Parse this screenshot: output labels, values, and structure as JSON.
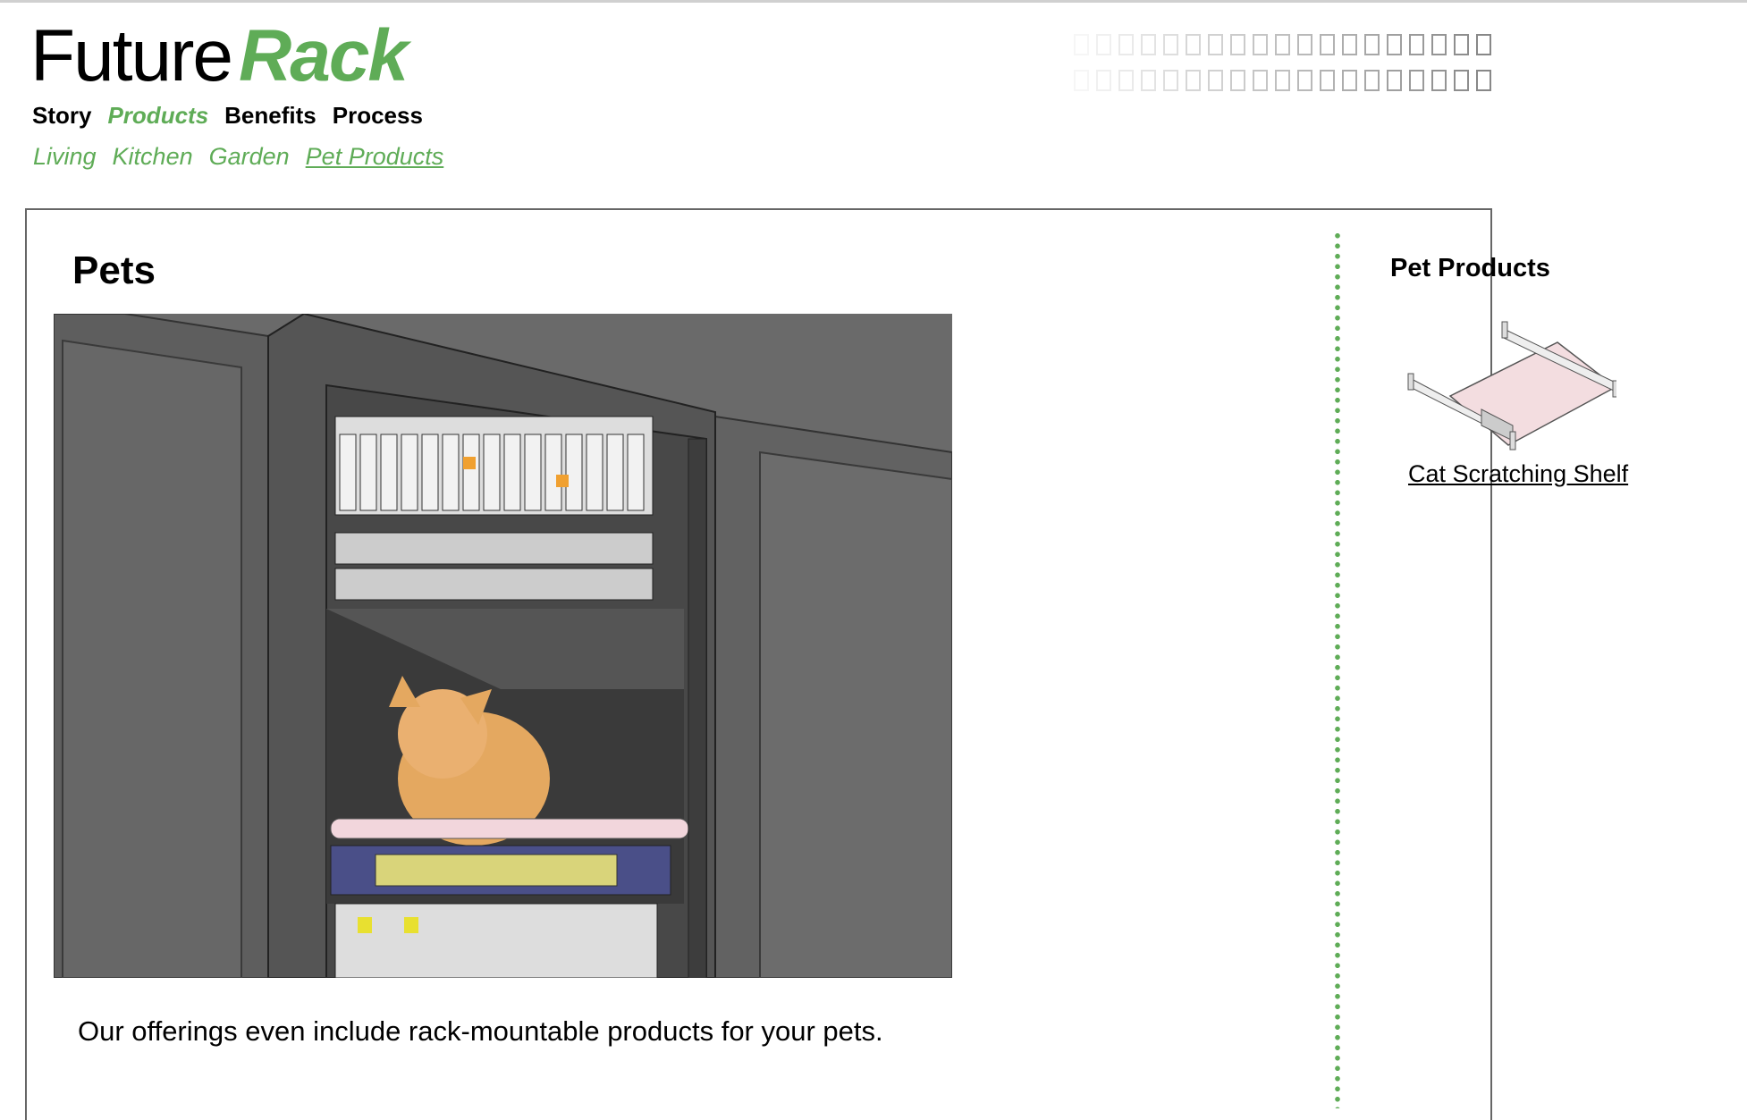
{
  "brand": {
    "part1": "Future",
    "part2": "Rack",
    "accent_color": "#5fac57"
  },
  "nav": {
    "items": [
      {
        "label": "Story",
        "active": false
      },
      {
        "label": "Products",
        "active": true
      },
      {
        "label": "Benefits",
        "active": false
      },
      {
        "label": "Process",
        "active": false
      }
    ]
  },
  "subnav": {
    "items": [
      {
        "label": "Living",
        "active": false
      },
      {
        "label": "Kitchen",
        "active": false
      },
      {
        "label": "Garden",
        "active": false
      },
      {
        "label": "Pet Products",
        "active": true
      }
    ]
  },
  "main": {
    "title": "Pets",
    "hero_icon": "cat-in-server-rack-image",
    "caption": "Our offerings even include rack-mountable products for your pets."
  },
  "sidebar": {
    "title": "Pet Products",
    "products": [
      {
        "label": "Cat Scratching Shelf",
        "icon": "rack-shelf-image"
      }
    ]
  }
}
